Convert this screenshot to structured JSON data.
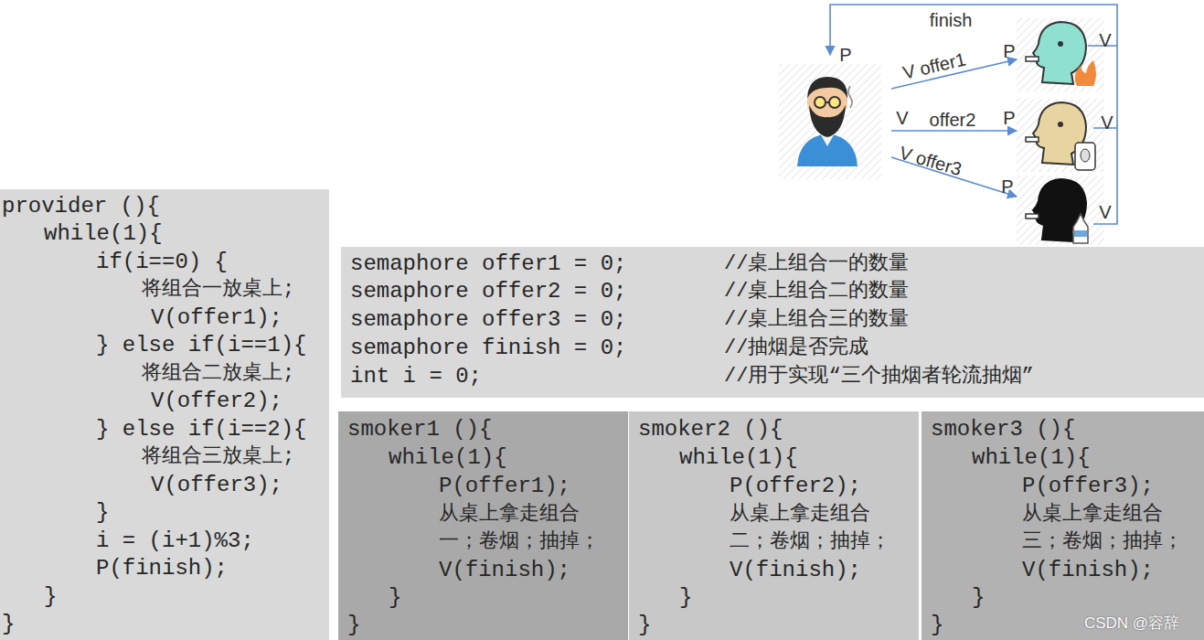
{
  "diagram": {
    "nodes": [
      {
        "text": [
          "provider (){",
          "while(1){",
          "if(i==0) {",
          "将组合一放桌上;",
          "V(offer1);",
          "} else if(i==1){",
          "将组合二放桌上;",
          "V(offer2);",
          "} else if(i==2){",
          "将组合三放桌上;",
          "V(offer3);",
          "}",
          "i = (i+1)%3;",
          "P(finish);",
          "}",
          "}"
        ]
      },
      {
        "text": [
          "semaphore offer1 = 0;",
          "//桌上组合一的数量",
          "semaphore offer2 = 0;",
          "//桌上组合二的数量",
          "semaphore offer3 = 0;",
          "//桌上组合三的数量",
          "semaphore finish = 0;",
          "//抽烟是否完成",
          "int i = 0;",
          "//用于实现“三个抽烟者轮流抽烟”"
        ]
      },
      {
        "text": [
          "smoker1 (){",
          "while(1){",
          "P(offer1);",
          "从桌上拿走组合 一；卷烟；抽掉；",
          "V(finish);",
          "}",
          "}"
        ]
      },
      {
        "text": [
          "smoker2 (){",
          "while(1){",
          "P(offer2);",
          "从桌上拿走组合 二；卷烟；抽掉；",
          "V(finish);",
          "}",
          "}"
        ]
      },
      {
        "text": [
          "smoker3 (){",
          "while(1){",
          "P(offer3);",
          "从桌上拿走组合 三；卷烟；抽掉；",
          "V(finish);",
          "}",
          "}"
        ]
      }
    ],
    "labels": [
      "finish",
      "P",
      "V offer1",
      "P",
      "V",
      "V",
      "offer2",
      "P",
      "V",
      "V offer3",
      "P",
      "V",
      "CSDN @容辞"
    ]
  }
}
